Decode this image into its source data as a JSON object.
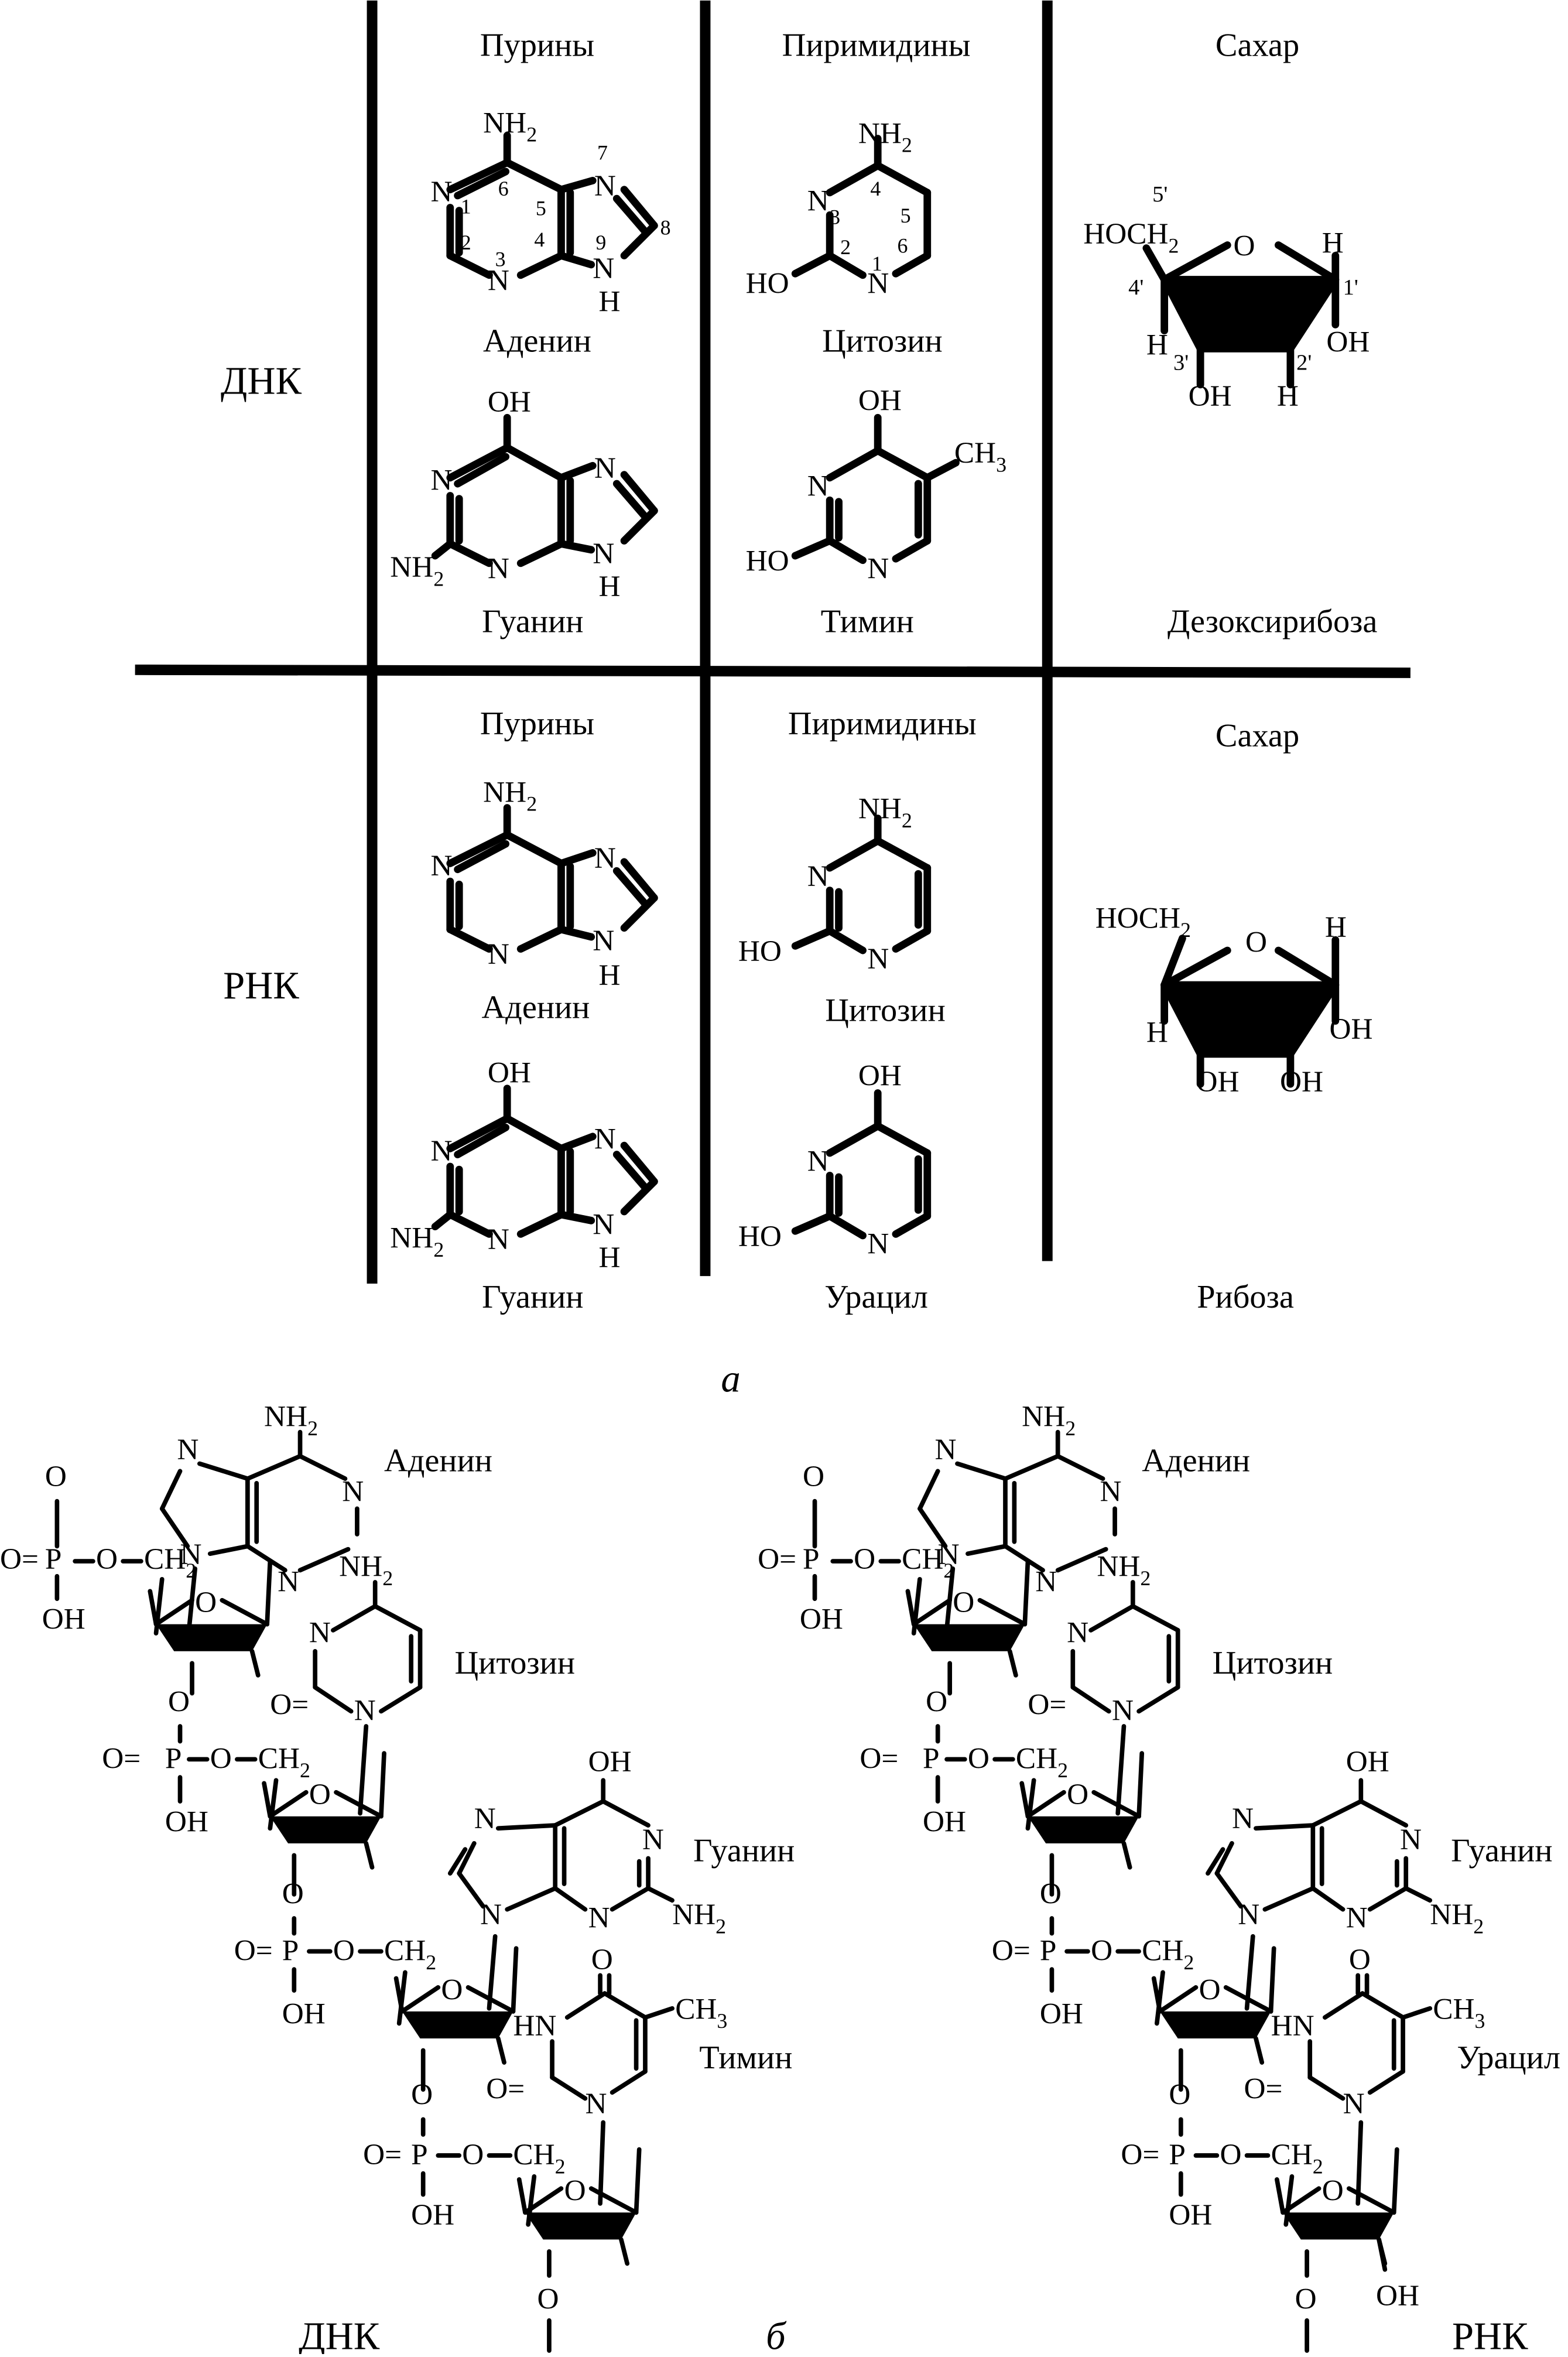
{
  "table": {
    "dna": {
      "row_label": "ДНК",
      "purines_header": "Пурины",
      "pyrimidines_header": "Пиримидины",
      "sugar_header": "Сахар",
      "adenine": "Аденин",
      "guanine": "Гуанин",
      "cytosine": "Цитозин",
      "thymine": "Тимин",
      "sugar": "Дезоксирибоза"
    },
    "rna": {
      "row_label": "РНК",
      "purines_header": "Пурины",
      "pyrimidines_header": "Пиримидины",
      "sugar_header": "Сахар",
      "adenine": "Аденин",
      "guanine": "Гуанин",
      "cytosine": "Цитозин",
      "uracil": "Урацил",
      "sugar": "Рибоза"
    }
  },
  "atoms": {
    "N": "N",
    "H": "H",
    "O": "O",
    "P": "P",
    "NH2_main": "NH",
    "NH2_sub": "2",
    "CH3_main": "CH",
    "CH3_sub": "3",
    "OH": "OH",
    "HO": "HO",
    "HN": "HN",
    "HOCH2_main": "HOCH",
    "HOCH2_sub": "2",
    "CH2_main": "CH",
    "CH2_sub": "2",
    "O_eq": "O="
  },
  "numbering": {
    "adenine": [
      "1",
      "2",
      "3",
      "4",
      "5",
      "6",
      "7",
      "8",
      "9"
    ],
    "cytosine": [
      "1",
      "2",
      "3",
      "4",
      "5",
      "6"
    ],
    "sugar": [
      "1'",
      "2'",
      "3'",
      "4'",
      "5'"
    ]
  },
  "strands": {
    "dna": {
      "label": "ДНК",
      "bases": [
        "Аденин",
        "Цитозин",
        "Гуанин",
        "Тимин"
      ]
    },
    "rna": {
      "label": "РНК",
      "bases": [
        "Аденин",
        "Цитозин",
        "Гуанин",
        "Урацил"
      ]
    }
  },
  "panel_labels": {
    "a": "а",
    "b": "б"
  }
}
